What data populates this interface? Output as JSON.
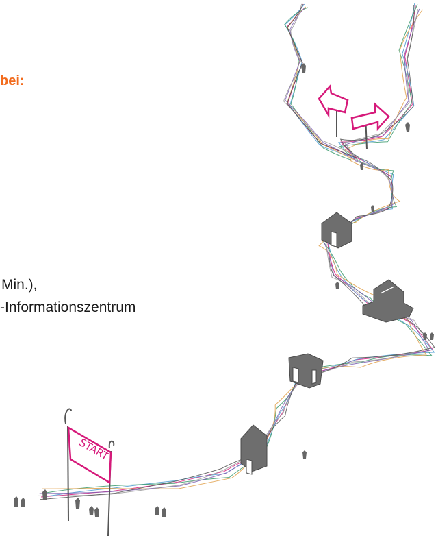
{
  "text": {
    "heading": "bei:",
    "line1": "Min.),",
    "line2": "-Informationszentrum"
  },
  "colors": {
    "heading": "#f26b1d",
    "sign_magenta": "#d6197a",
    "house_gray": "#6e6e6e",
    "path_colors": [
      "#d6197a",
      "#4a9bd1",
      "#3b9a6c",
      "#e0a04a",
      "#7a5cb0",
      "#9a9a9a",
      "#555555"
    ]
  },
  "illustration": {
    "start_sign": "START",
    "icons": [
      "start-banner-icon",
      "house-icon",
      "direction-arrow-icon",
      "hiker-icon"
    ]
  }
}
